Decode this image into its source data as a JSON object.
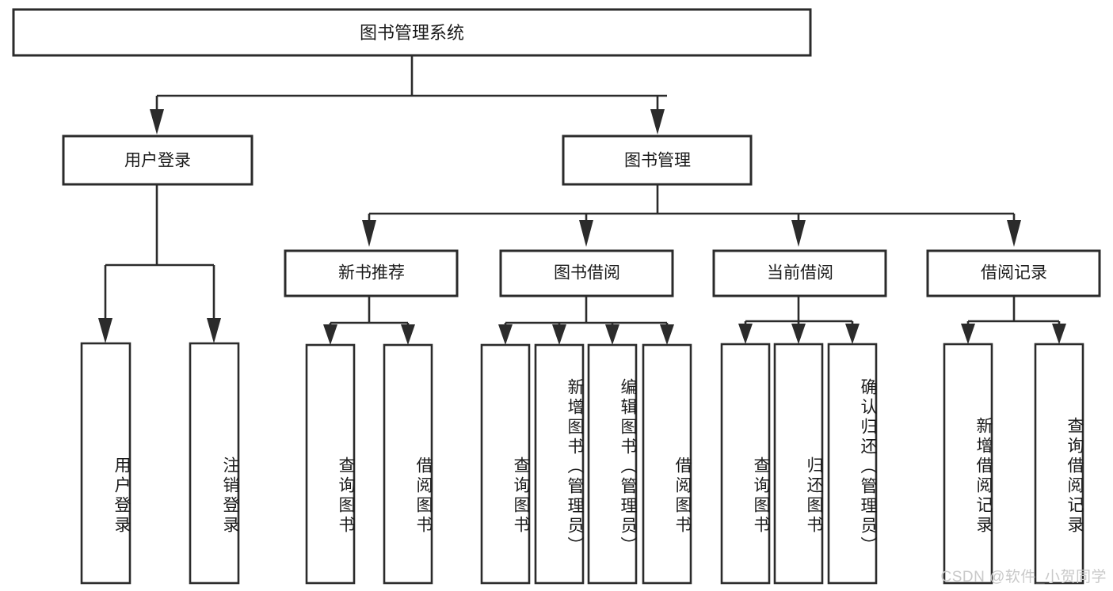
{
  "diagram": {
    "type": "hierarchy-tree",
    "title": "图书管理系统",
    "root": {
      "label": "图书管理系统"
    },
    "level2": [
      {
        "label": "用户登录"
      },
      {
        "label": "图书管理"
      }
    ],
    "level3": [
      {
        "label": "新书推荐"
      },
      {
        "label": "图书借阅"
      },
      {
        "label": "当前借阅"
      },
      {
        "label": "借阅记录"
      }
    ],
    "leaves": {
      "user_login": [
        {
          "label": "用户登录"
        },
        {
          "label": "注销登录"
        }
      ],
      "new_book_recommend": [
        {
          "label": "查询图书"
        },
        {
          "label": "借阅图书"
        }
      ],
      "book_borrow": [
        {
          "label": "查询图书"
        },
        {
          "label": "新增图书（管理员）"
        },
        {
          "label": "编辑图书（管理员）"
        },
        {
          "label": "借阅图书"
        }
      ],
      "current_borrow": [
        {
          "label": "查询图书"
        },
        {
          "label": "归还图书"
        },
        {
          "label": "确认归还（管理员）"
        }
      ],
      "borrow_record": [
        {
          "label": "新增借阅记录"
        },
        {
          "label": "查询借阅记录"
        }
      ]
    },
    "colors": {
      "stroke": "#2b2b2b",
      "fill": "#ffffff",
      "text": "#1a1a1a",
      "watermark": "#c9c9c9"
    }
  },
  "watermark": {
    "text": "CSDN @软件_小贺同学"
  }
}
